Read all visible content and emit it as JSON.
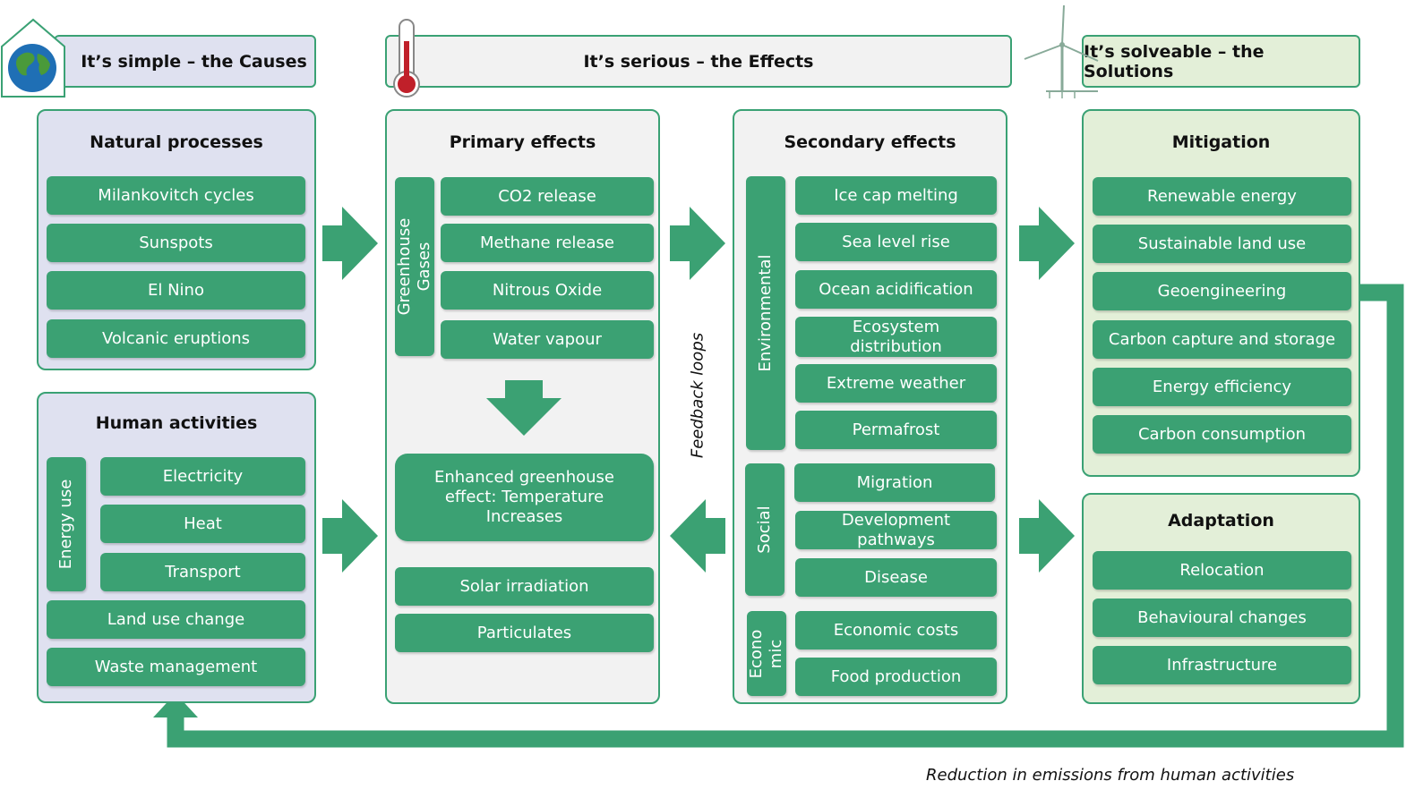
{
  "headers": {
    "causes": "It’s simple – the Causes",
    "effects": "It’s serious – the Effects",
    "solutions": "It’s solveable – the Solutions"
  },
  "natural": {
    "title": "Natural processes",
    "items": [
      "Milankovitch cycles",
      "Sunspots",
      "El Nino",
      "Volcanic eruptions"
    ]
  },
  "human": {
    "title": "Human activities",
    "energy_label": "Energy use",
    "energy_items": [
      "Electricity",
      "Heat",
      "Transport"
    ],
    "other_items": [
      "Land use change",
      "Waste management"
    ]
  },
  "primary": {
    "title": "Primary effects",
    "ghg_label": "Greenhouse Gases",
    "ghg_items": [
      "CO2 release",
      "Methane release",
      "Nitrous Oxide",
      "Water vapour"
    ],
    "enhanced": "Enhanced greenhouse effect: Temperature Increases",
    "other_items": [
      "Solar irradiation",
      "Particulates"
    ]
  },
  "feedback_label": "Feedback loops",
  "secondary": {
    "title": "Secondary effects",
    "environmental_label": "Environmental",
    "environmental_items": [
      "Ice cap melting",
      "Sea level rise",
      "Ocean acidification",
      "Ecosystem distribution",
      "Extreme weather",
      "Permafrost"
    ],
    "social_label": "Social",
    "social_items": [
      "Migration",
      "Development pathways",
      "Disease"
    ],
    "economic_label": "Econo mic",
    "economic_items": [
      "Economic costs",
      "Food production"
    ]
  },
  "mitigation": {
    "title": "Mitigation",
    "items": [
      "Renewable energy",
      "Sustainable land use",
      "Geoengineering",
      "Carbon capture and storage",
      "Energy efficiency",
      "Carbon consumption"
    ]
  },
  "adaptation": {
    "title": "Adaptation",
    "items": [
      "Relocation",
      "Behavioural changes",
      "Infrastructure"
    ]
  },
  "footer_label": "Reduction in emissions from human activities",
  "colors": {
    "accent": "#3ba173",
    "causes_bg": "#dfe1f0",
    "effects_bg": "#f2f2f2",
    "solutions_bg": "#e3efd8"
  },
  "icons": [
    "house-globe-icon",
    "thermometer-icon",
    "wind-turbine-icon"
  ]
}
